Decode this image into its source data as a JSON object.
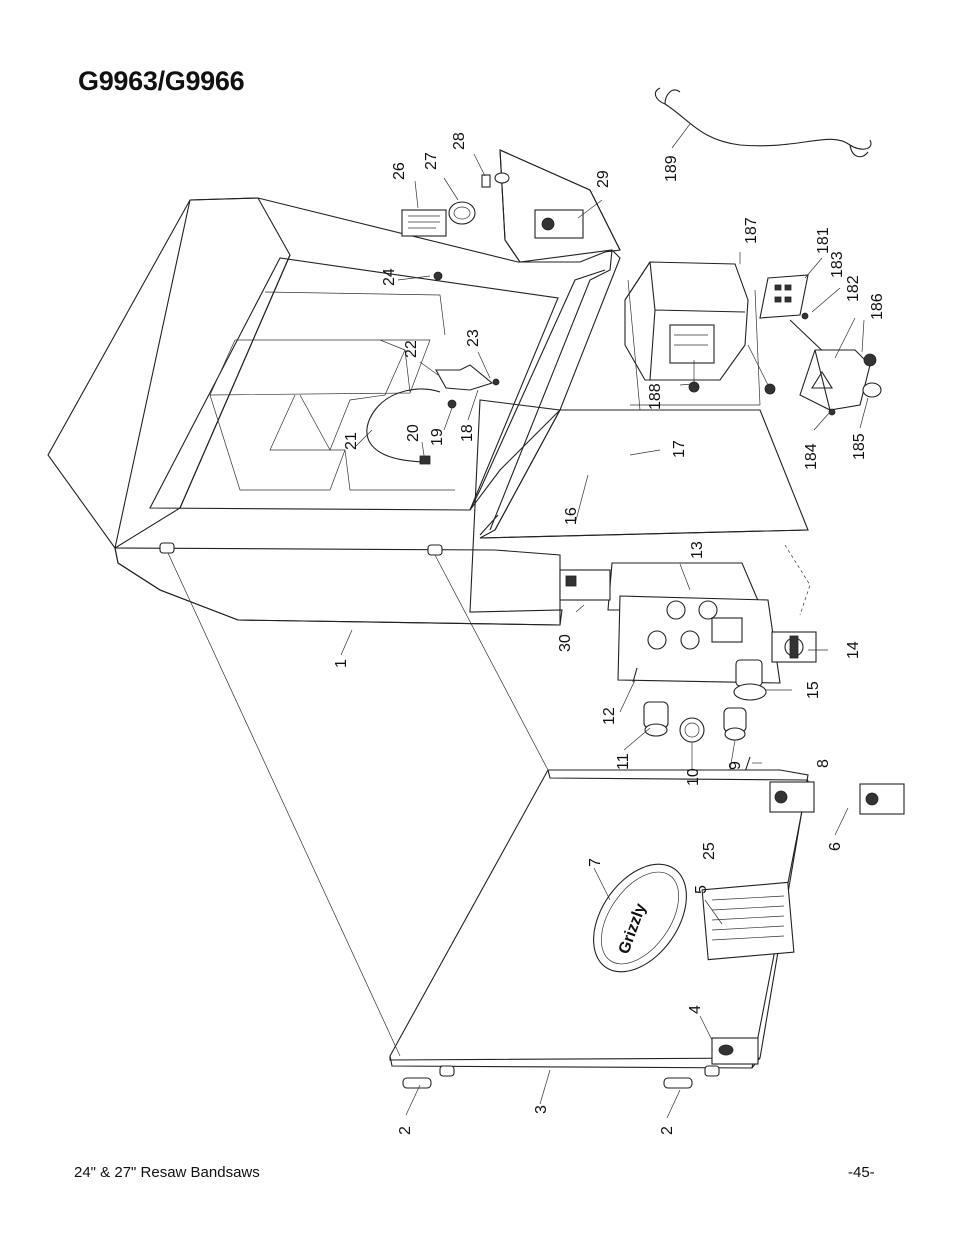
{
  "page_title": "G9963/G9966",
  "footer": {
    "left": "24\" & 27\" Resaw Bandsaws",
    "right": "-45-"
  },
  "callouts": [
    {
      "id": "c1",
      "label": "1"
    },
    {
      "id": "c2a",
      "label": "2"
    },
    {
      "id": "c2b",
      "label": "2"
    },
    {
      "id": "c3",
      "label": "3"
    },
    {
      "id": "c4",
      "label": "4"
    },
    {
      "id": "c5",
      "label": "5"
    },
    {
      "id": "c6",
      "label": "6"
    },
    {
      "id": "c7",
      "label": "7"
    },
    {
      "id": "c8",
      "label": "8"
    },
    {
      "id": "c9",
      "label": "9"
    },
    {
      "id": "c10",
      "label": "10"
    },
    {
      "id": "c11",
      "label": "11"
    },
    {
      "id": "c12",
      "label": "12"
    },
    {
      "id": "c13",
      "label": "13"
    },
    {
      "id": "c14",
      "label": "14"
    },
    {
      "id": "c15",
      "label": "15"
    },
    {
      "id": "c16",
      "label": "16"
    },
    {
      "id": "c17",
      "label": "17"
    },
    {
      "id": "c18",
      "label": "18"
    },
    {
      "id": "c19",
      "label": "19"
    },
    {
      "id": "c20",
      "label": "20"
    },
    {
      "id": "c21",
      "label": "21"
    },
    {
      "id": "c22",
      "label": "22"
    },
    {
      "id": "c23",
      "label": "23"
    },
    {
      "id": "c24",
      "label": "24"
    },
    {
      "id": "c25",
      "label": "25"
    },
    {
      "id": "c26",
      "label": "26"
    },
    {
      "id": "c27",
      "label": "27"
    },
    {
      "id": "c28",
      "label": "28"
    },
    {
      "id": "c29",
      "label": "29"
    },
    {
      "id": "c30",
      "label": "30"
    },
    {
      "id": "c181",
      "label": "181"
    },
    {
      "id": "c182",
      "label": "182"
    },
    {
      "id": "c183",
      "label": "183"
    },
    {
      "id": "c184",
      "label": "184"
    },
    {
      "id": "c185",
      "label": "185"
    },
    {
      "id": "c186",
      "label": "186"
    },
    {
      "id": "c187",
      "label": "187"
    },
    {
      "id": "c188",
      "label": "188"
    },
    {
      "id": "c189",
      "label": "189"
    }
  ],
  "logo_text": "Grizzly"
}
